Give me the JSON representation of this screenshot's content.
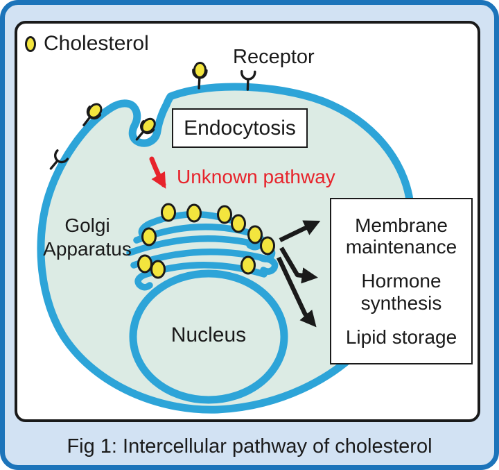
{
  "legend": {
    "label": "Cholesterol"
  },
  "cell": {
    "receptor_label": "Receptor",
    "endocytosis_label": "Endocytosis",
    "unknown_pathway_label": "Unknown pathway",
    "golgi_label": "Golgi\nApparatus",
    "nucleus_label": "Nucleus"
  },
  "functions_box": {
    "items": [
      "Membrane maintenance",
      "Hormone synthesis",
      "Lipid storage"
    ]
  },
  "caption": "Fig 1: Intercellular pathway of cholesterol",
  "colors": {
    "frame_border": "#1c74ba",
    "frame_background": "#d2e2f3",
    "panel_background": "#ffffff",
    "panel_border": "#1a1a1a",
    "membrane": "#2da4d8",
    "cytoplasm": "#dcebe4",
    "cholesterol_fill": "#f3e53e",
    "outline_black": "#1a1a1a",
    "unknown_pathway_red": "#e7232b",
    "text": "#1a1a1a"
  }
}
